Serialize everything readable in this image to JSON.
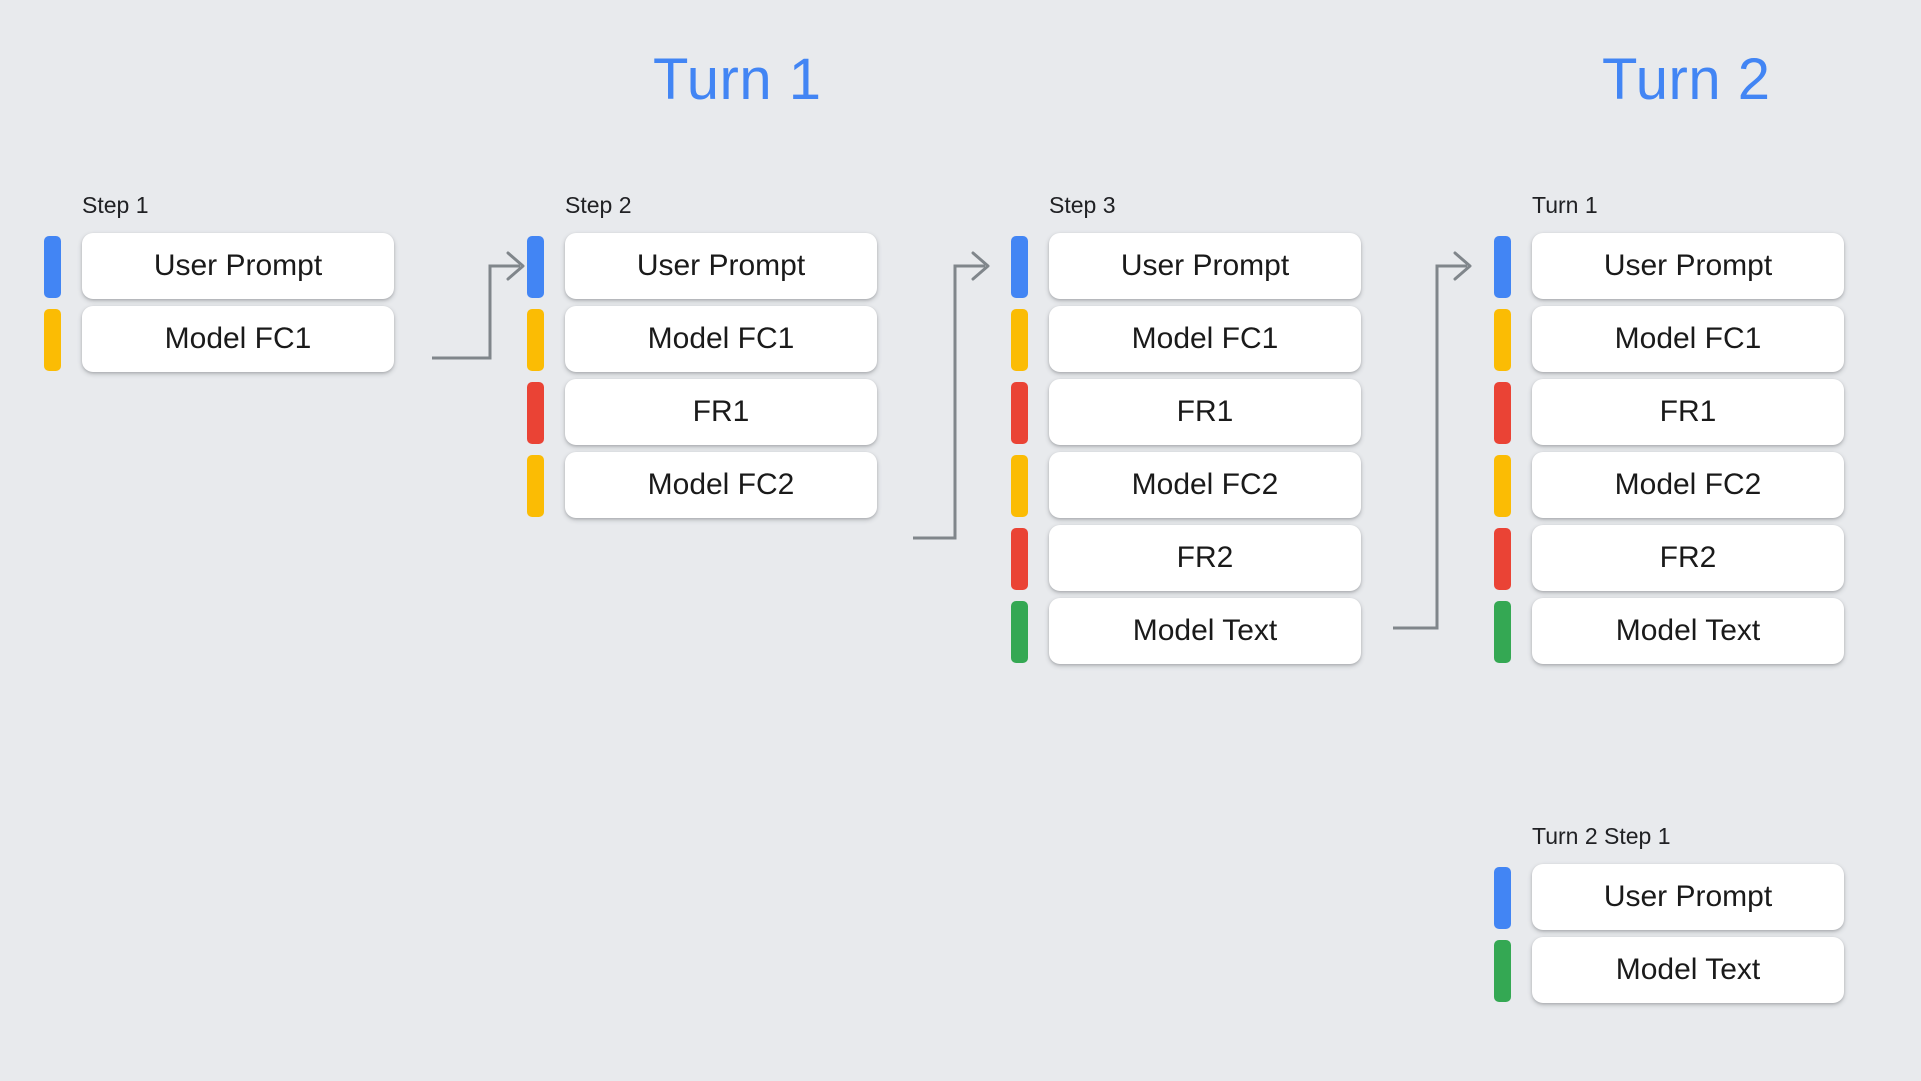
{
  "background_color": "#e8eaed",
  "titles": [
    {
      "label": "Turn 1",
      "color": "#4285f4"
    },
    {
      "label": "Turn 2",
      "color": "#4285f4"
    }
  ],
  "palette": {
    "user_prompt": "#4285f4",
    "model_function_call": "#fbbc04",
    "function_response": "#ea4335",
    "model_text": "#34a853",
    "connector": "#80868b",
    "card": "#ffffff"
  },
  "columns": [
    {
      "label": "Step 1",
      "rows": [
        {
          "label": "User Prompt",
          "color": "blue"
        },
        {
          "label": "Model FC1",
          "color": "yellow"
        }
      ]
    },
    {
      "label": "Step 2",
      "rows": [
        {
          "label": "User Prompt",
          "color": "blue"
        },
        {
          "label": "Model FC1",
          "color": "yellow"
        },
        {
          "label": "FR1",
          "color": "red"
        },
        {
          "label": "Model FC2",
          "color": "yellow"
        }
      ]
    },
    {
      "label": "Step 3",
      "rows": [
        {
          "label": "User Prompt",
          "color": "blue"
        },
        {
          "label": "Model FC1",
          "color": "yellow"
        },
        {
          "label": "FR1",
          "color": "red"
        },
        {
          "label": "Model FC2",
          "color": "yellow"
        },
        {
          "label": "FR2",
          "color": "red"
        },
        {
          "label": "Model Text",
          "color": "green"
        }
      ]
    },
    {
      "label": "Turn 1",
      "rows": [
        {
          "label": "User Prompt",
          "color": "blue"
        },
        {
          "label": "Model FC1",
          "color": "yellow"
        },
        {
          "label": "FR1",
          "color": "red"
        },
        {
          "label": "Model FC2",
          "color": "yellow"
        },
        {
          "label": "FR2",
          "color": "red"
        },
        {
          "label": "Model Text",
          "color": "green"
        }
      ]
    },
    {
      "label": "Turn 2 Step 1",
      "rows": [
        {
          "label": "User Prompt",
          "color": "blue"
        },
        {
          "label": "Model Text",
          "color": "green"
        }
      ]
    }
  ]
}
